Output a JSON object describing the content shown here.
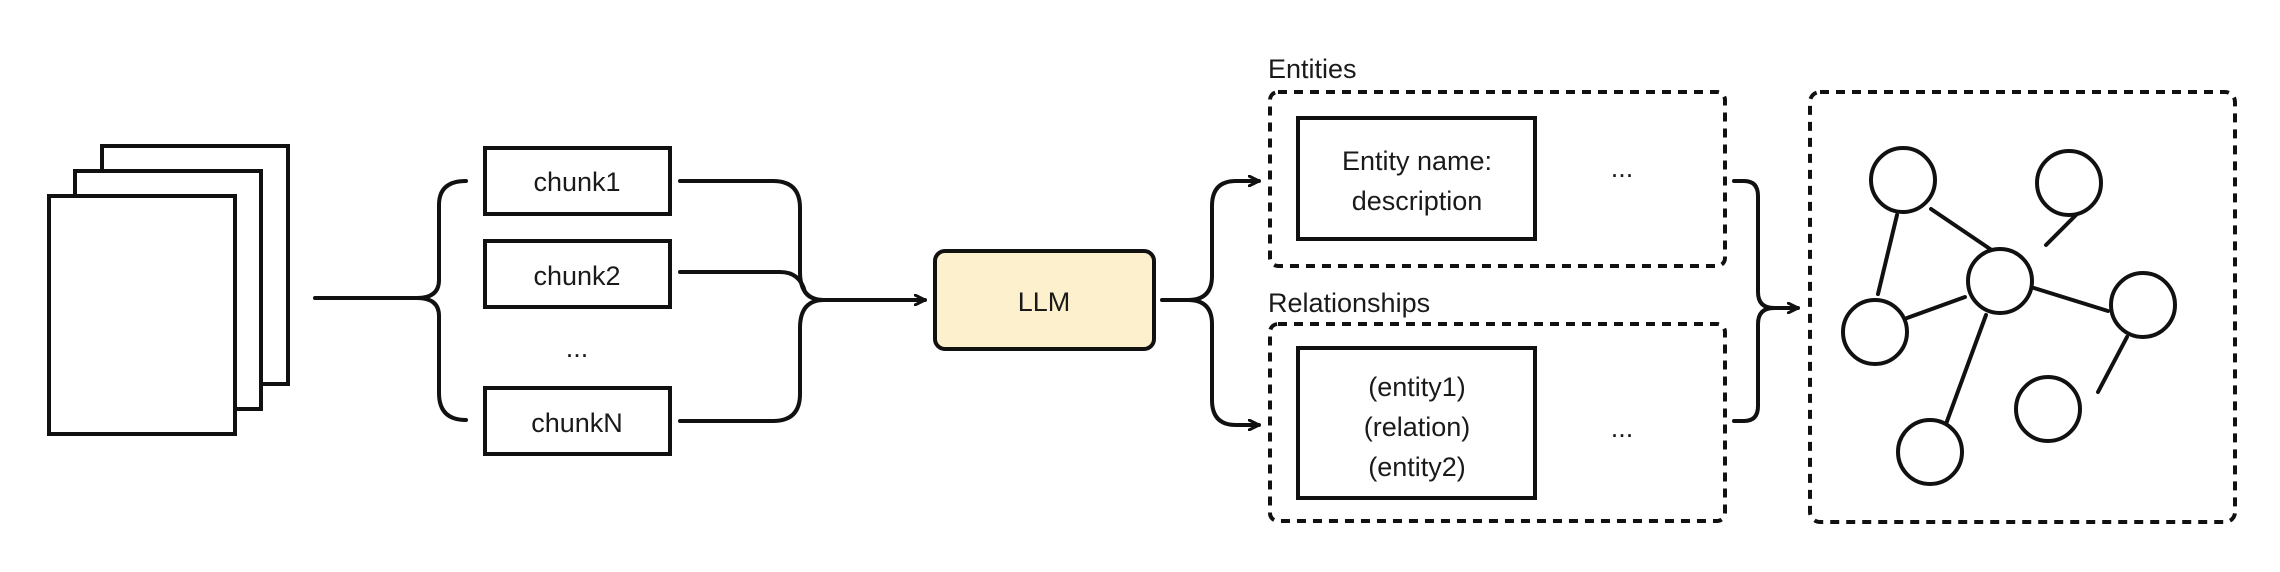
{
  "chunks": {
    "chunk1": "chunk1",
    "chunk2": "chunk2",
    "ellipsis": "...",
    "chunkN": "chunkN"
  },
  "llm": {
    "label": "LLM",
    "fill": "#fdf0cc"
  },
  "entities": {
    "title": "Entities",
    "line1": "Entity name:",
    "line2": "description",
    "ellipsis": "..."
  },
  "relationships": {
    "title": "Relationships",
    "line1": "(entity1)",
    "line2": "(relation)",
    "line3": "(entity2)",
    "ellipsis": "..."
  }
}
